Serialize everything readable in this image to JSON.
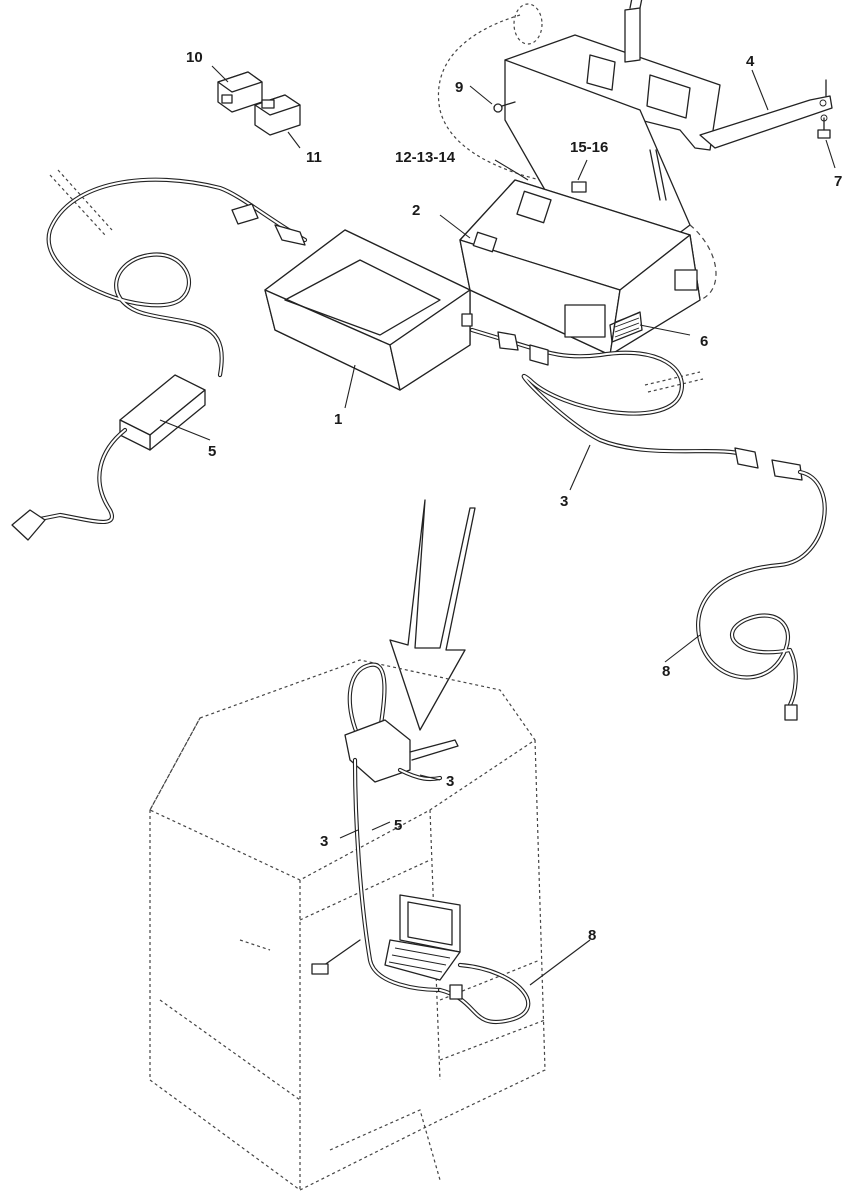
{
  "callouts": [
    {
      "id": "c1",
      "text": "1"
    },
    {
      "id": "c2",
      "text": "2"
    },
    {
      "id": "c3a",
      "text": "3"
    },
    {
      "id": "c3b",
      "text": "3"
    },
    {
      "id": "c3c",
      "text": "3"
    },
    {
      "id": "c4",
      "text": "4"
    },
    {
      "id": "c5a",
      "text": "5"
    },
    {
      "id": "c5b",
      "text": "5"
    },
    {
      "id": "c6",
      "text": "6"
    },
    {
      "id": "c7",
      "text": "7"
    },
    {
      "id": "c8a",
      "text": "8"
    },
    {
      "id": "c8b",
      "text": "8"
    },
    {
      "id": "c9",
      "text": "9"
    },
    {
      "id": "c10",
      "text": "10"
    },
    {
      "id": "c11",
      "text": "11"
    },
    {
      "id": "c12",
      "text": "12-13-14"
    },
    {
      "id": "c15",
      "text": "15-16"
    }
  ]
}
